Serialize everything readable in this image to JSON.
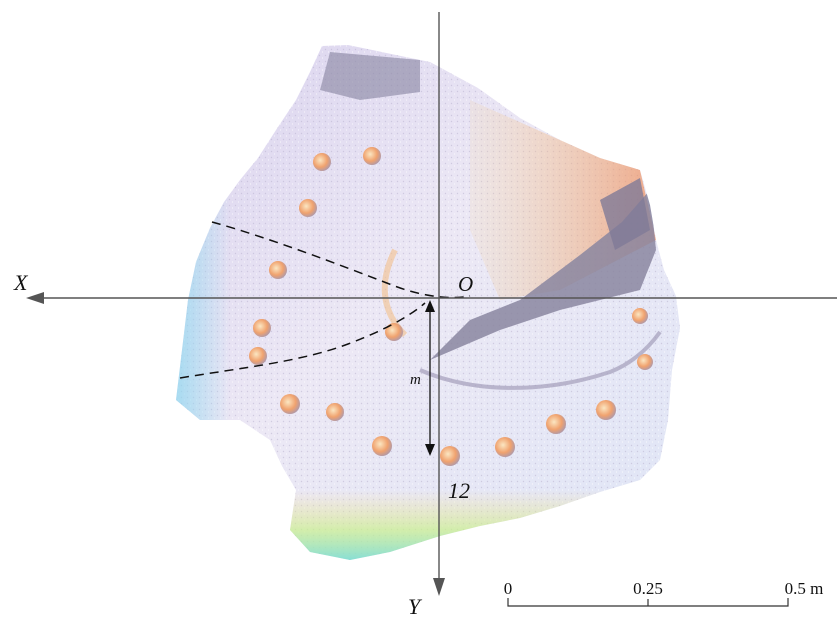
{
  "figure": {
    "axis_x_label": "X",
    "axis_y_label": "Y",
    "origin_label": "O",
    "measure_label": "m",
    "stone_number": "12"
  },
  "scale_bar": {
    "ticks": [
      "0",
      "0.25",
      "0.5 m"
    ]
  },
  "colors": {
    "relief_base": "#e7e3f3",
    "relief_shadow": "#8e8ba6",
    "relief_warm": "#f2a06a",
    "relief_cool": "#6fd6e8",
    "axis": "#555555",
    "annotation": "#111111"
  }
}
